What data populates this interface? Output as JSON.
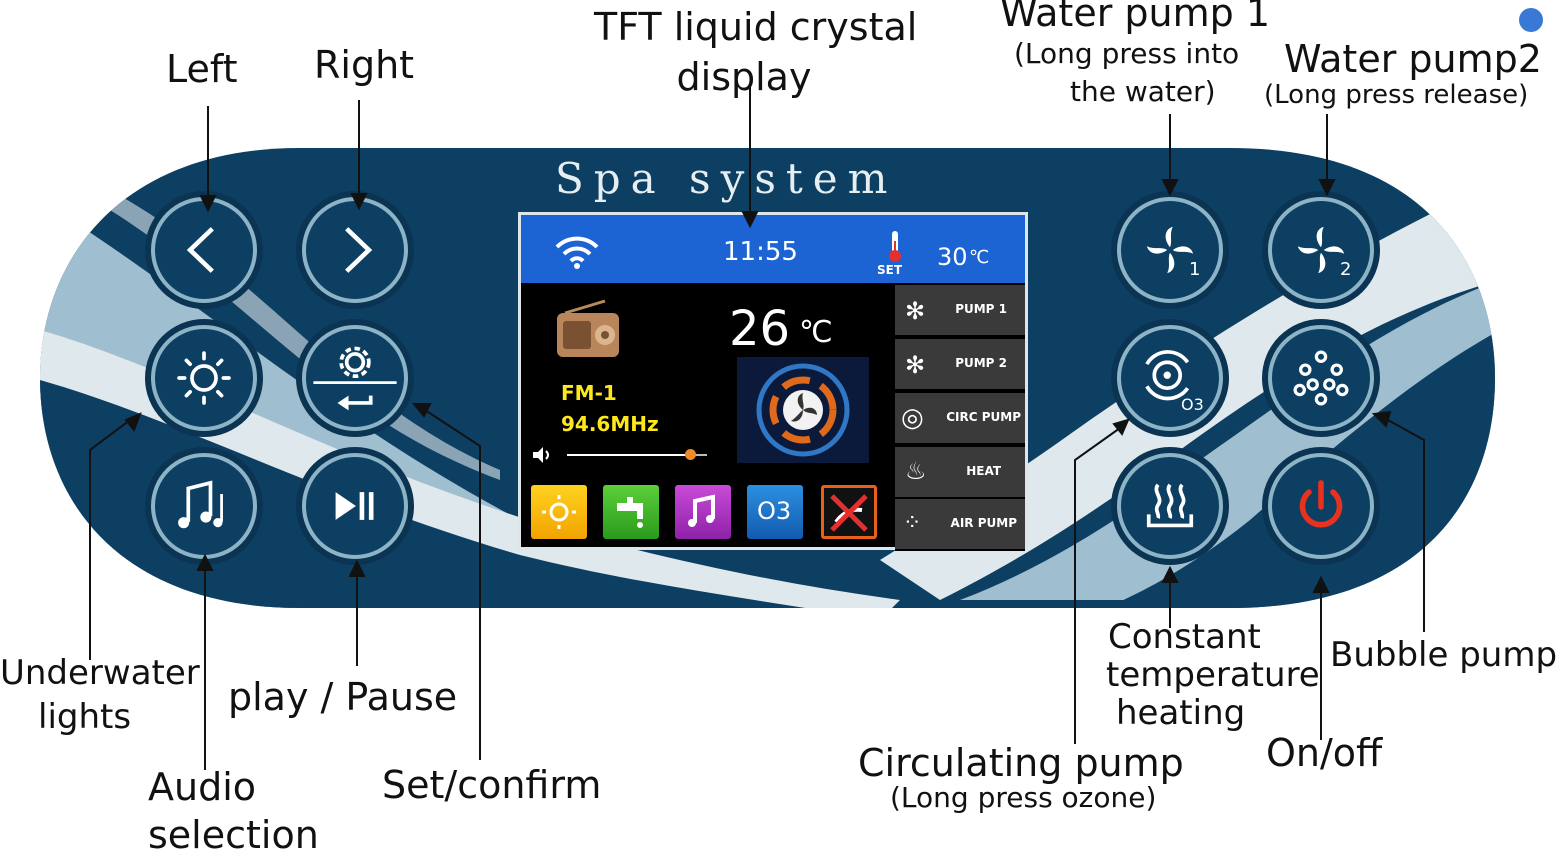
{
  "panel": {
    "brand": "Spa system"
  },
  "labels": {
    "left": "Left",
    "right": "Right",
    "tft_line1": "TFT liquid crystal",
    "tft_line2": "display",
    "pump1_title": "Water pump 1",
    "pump1_sub1": "(Long press into",
    "pump1_sub2": "the water)",
    "pump2_title": "Water pump2",
    "pump2_sub": "(Long press release)",
    "underwater_line1": "Underwater",
    "underwater_line2": "lights",
    "play_pause": "play / Pause",
    "audio_line1": "Audio",
    "audio_line2": "selection",
    "set_confirm": "Set/confirm",
    "heating_line1": "Constant",
    "heating_line2": "temperature",
    "heating_line3": "heating",
    "circ_title": "Circulating pump",
    "circ_sub": "(Long press ozone)",
    "bubble": "Bubble pump",
    "onoff": "On/off"
  },
  "screen": {
    "time": "11:55",
    "set_label": "SET",
    "set_temp": "30",
    "set_unit": "℃",
    "water_temp": "26",
    "water_unit": "℃",
    "radio_band": "FM-1",
    "radio_freq": "94.6MHz",
    "volume_level": 0.88,
    "pumps": [
      "PUMP 1",
      "PUMP 2",
      "CIRC PUMP",
      "HEAT",
      "AIR PUMP"
    ],
    "tiles": [
      "light-icon",
      "faucet-icon",
      "music-icon",
      "ozone-icon",
      "no-bubble-icon"
    ],
    "ozone_tile_text": "O3"
  },
  "buttons": {
    "pump1_num": "1",
    "pump2_num": "2",
    "circ_o3": "O3"
  },
  "colors": {
    "panel_dark": "#0d3f62",
    "screen_top": "#1c63d4",
    "radio_text": "#ffe81a",
    "power_red": "#e8321e"
  }
}
